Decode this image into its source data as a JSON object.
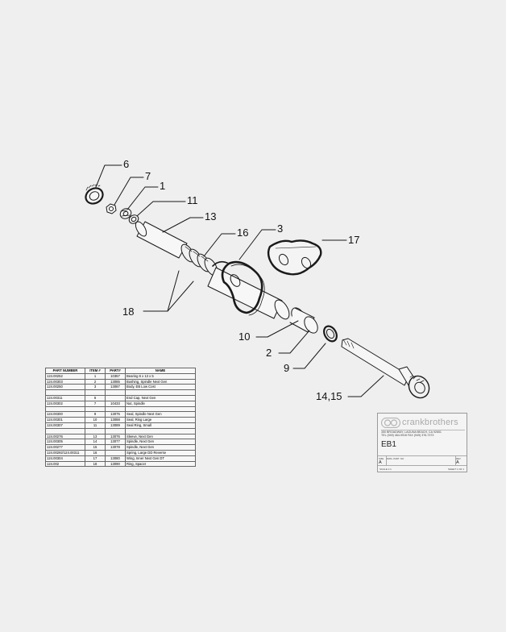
{
  "callouts": [
    "6",
    "7",
    "1",
    "11",
    "13",
    "16",
    "3",
    "17",
    "18",
    "10",
    "2",
    "9",
    "14,15"
  ],
  "bom": {
    "headers": [
      "PART NUMBER",
      "ITEM #",
      "PART#",
      "NAME"
    ],
    "rows": [
      [
        "124.00252",
        "1",
        "10357",
        "Bearing 6 x 13 x 5"
      ],
      [
        "124.00303",
        "2",
        "13085",
        "Bushing, Spindle Next Gen"
      ],
      [
        "124.00250",
        "3",
        "13087",
        "Body, EB Low Cost"
      ],
      [
        "",
        "",
        "",
        ""
      ],
      [
        "124.00311",
        "6",
        "",
        "End Cap, Next Gen"
      ],
      [
        "124.00302",
        "7",
        "10433",
        "Nut, Spindle"
      ],
      [
        "",
        "",
        "",
        ""
      ],
      [
        "124.00300",
        "9",
        "13075",
        "Seal, Spindle Next Gen"
      ],
      [
        "124.00301",
        "10",
        "13088",
        "Seal, Ring Large"
      ],
      [
        "124.00307",
        "11",
        "13089",
        "Seal Ring, Small"
      ],
      [
        "",
        "",
        "",
        ""
      ],
      [
        "124.00276",
        "13",
        "13076",
        "Sleeve, Next Gen"
      ],
      [
        "124.00305",
        "14",
        "13077",
        "Spindle, Next Gen"
      ],
      [
        "124.00277",
        "15",
        "13078",
        "Spindle, Next Gen"
      ],
      [
        "124.00292/124.00311",
        "16",
        "",
        "Spring, Large DD Reverse"
      ],
      [
        "124.00304",
        "17",
        "13080",
        "Wing, Inner Next Gen DT"
      ],
      [
        "124.002",
        "18",
        "13090",
        "Ring, Spacer"
      ]
    ]
  },
  "title_block": {
    "brand": "crankbrothers",
    "address_line1": "350 BROADWAY, LAGUNA BEACH, CA 92651",
    "address_line2": "TEL (949) 464-9916  FAX (949) 376-7373",
    "title": "EB1",
    "size_caption": "SIZE",
    "size": "A",
    "dwg_caption": "DWG. PART. NO.",
    "rev_caption": "REV",
    "rev": "A",
    "scale": "SCALE 1:1",
    "sheet": "SHEET 1 OF 1"
  },
  "colors": {
    "line": "#1a1a1a",
    "paper": "#efefef"
  }
}
